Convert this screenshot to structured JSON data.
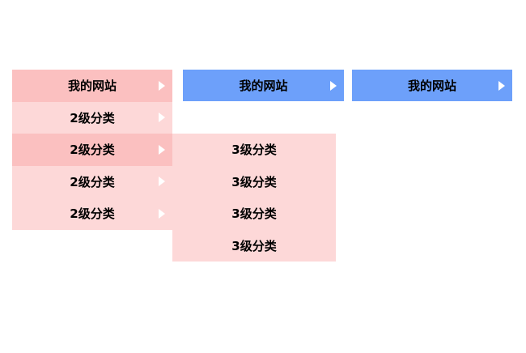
{
  "colors": {
    "pink_dark": "#fbc0c0",
    "pink_light": "#fdd8d8",
    "blue": "#6da0fa",
    "text": "#000000",
    "arrow": "#ffffff"
  },
  "pink_menu": {
    "header": {
      "label": "我的网站"
    },
    "items": [
      {
        "label": "2级分类",
        "state": "normal"
      },
      {
        "label": "2级分类",
        "state": "hovered"
      },
      {
        "label": "2级分类",
        "state": "normal"
      },
      {
        "label": "2级分类",
        "state": "normal"
      }
    ]
  },
  "pink_submenu": {
    "items": [
      {
        "label": "3级分类"
      },
      {
        "label": "3级分类"
      },
      {
        "label": "3级分类"
      },
      {
        "label": "3级分类"
      }
    ]
  },
  "blue_menu_1": {
    "header": {
      "label": "我的网站"
    }
  },
  "blue_menu_2": {
    "header": {
      "label": "我的网站"
    }
  }
}
